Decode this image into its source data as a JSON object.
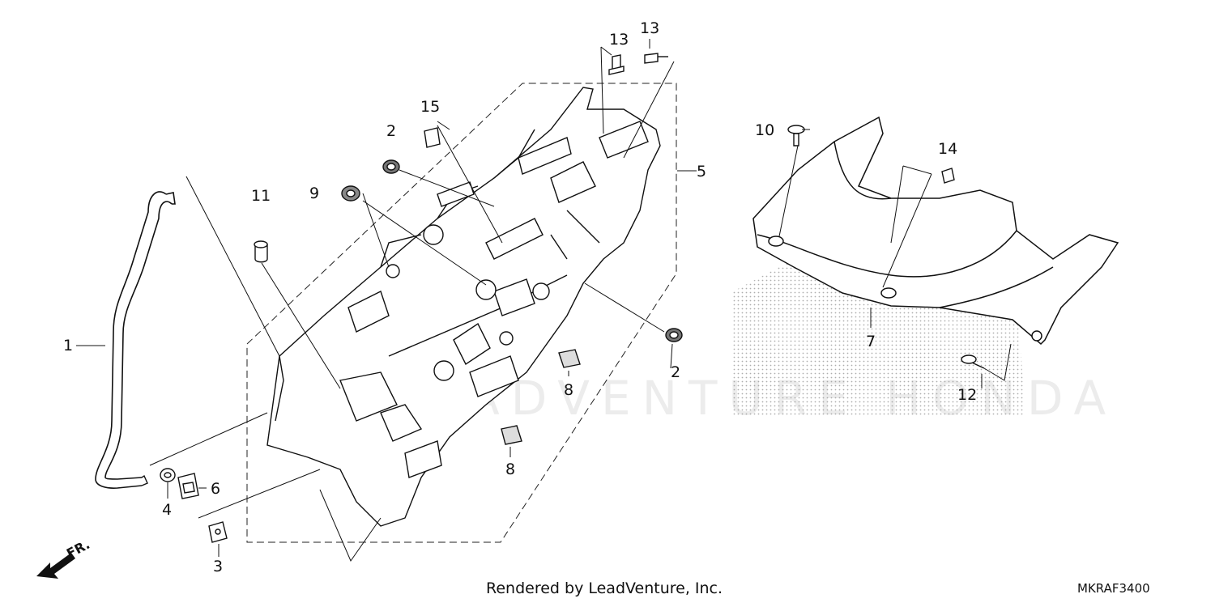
{
  "diagram": {
    "callouts": [
      {
        "id": "c1",
        "label": "1"
      },
      {
        "id": "c2a",
        "label": "2"
      },
      {
        "id": "c2b",
        "label": "2"
      },
      {
        "id": "c3",
        "label": "3"
      },
      {
        "id": "c4",
        "label": "4"
      },
      {
        "id": "c5",
        "label": "5"
      },
      {
        "id": "c6",
        "label": "6"
      },
      {
        "id": "c7",
        "label": "7"
      },
      {
        "id": "c8a",
        "label": "8"
      },
      {
        "id": "c8b",
        "label": "8"
      },
      {
        "id": "c9",
        "label": "9"
      },
      {
        "id": "c10",
        "label": "10"
      },
      {
        "id": "c11",
        "label": "11"
      },
      {
        "id": "c12",
        "label": "12"
      },
      {
        "id": "c13a",
        "label": "13"
      },
      {
        "id": "c13b",
        "label": "13"
      },
      {
        "id": "c14",
        "label": "14"
      },
      {
        "id": "c15",
        "label": "15"
      }
    ],
    "direction_label": "FR.",
    "watermark": "LEADVENTURE HONDA"
  },
  "footer": {
    "rendered_by": "Rendered by LeadVenture, Inc.",
    "diagram_code": "MKRAF3400"
  },
  "colors": {
    "line": "#111111",
    "shade": "#9a9a9a",
    "watermark": "#ececec"
  }
}
